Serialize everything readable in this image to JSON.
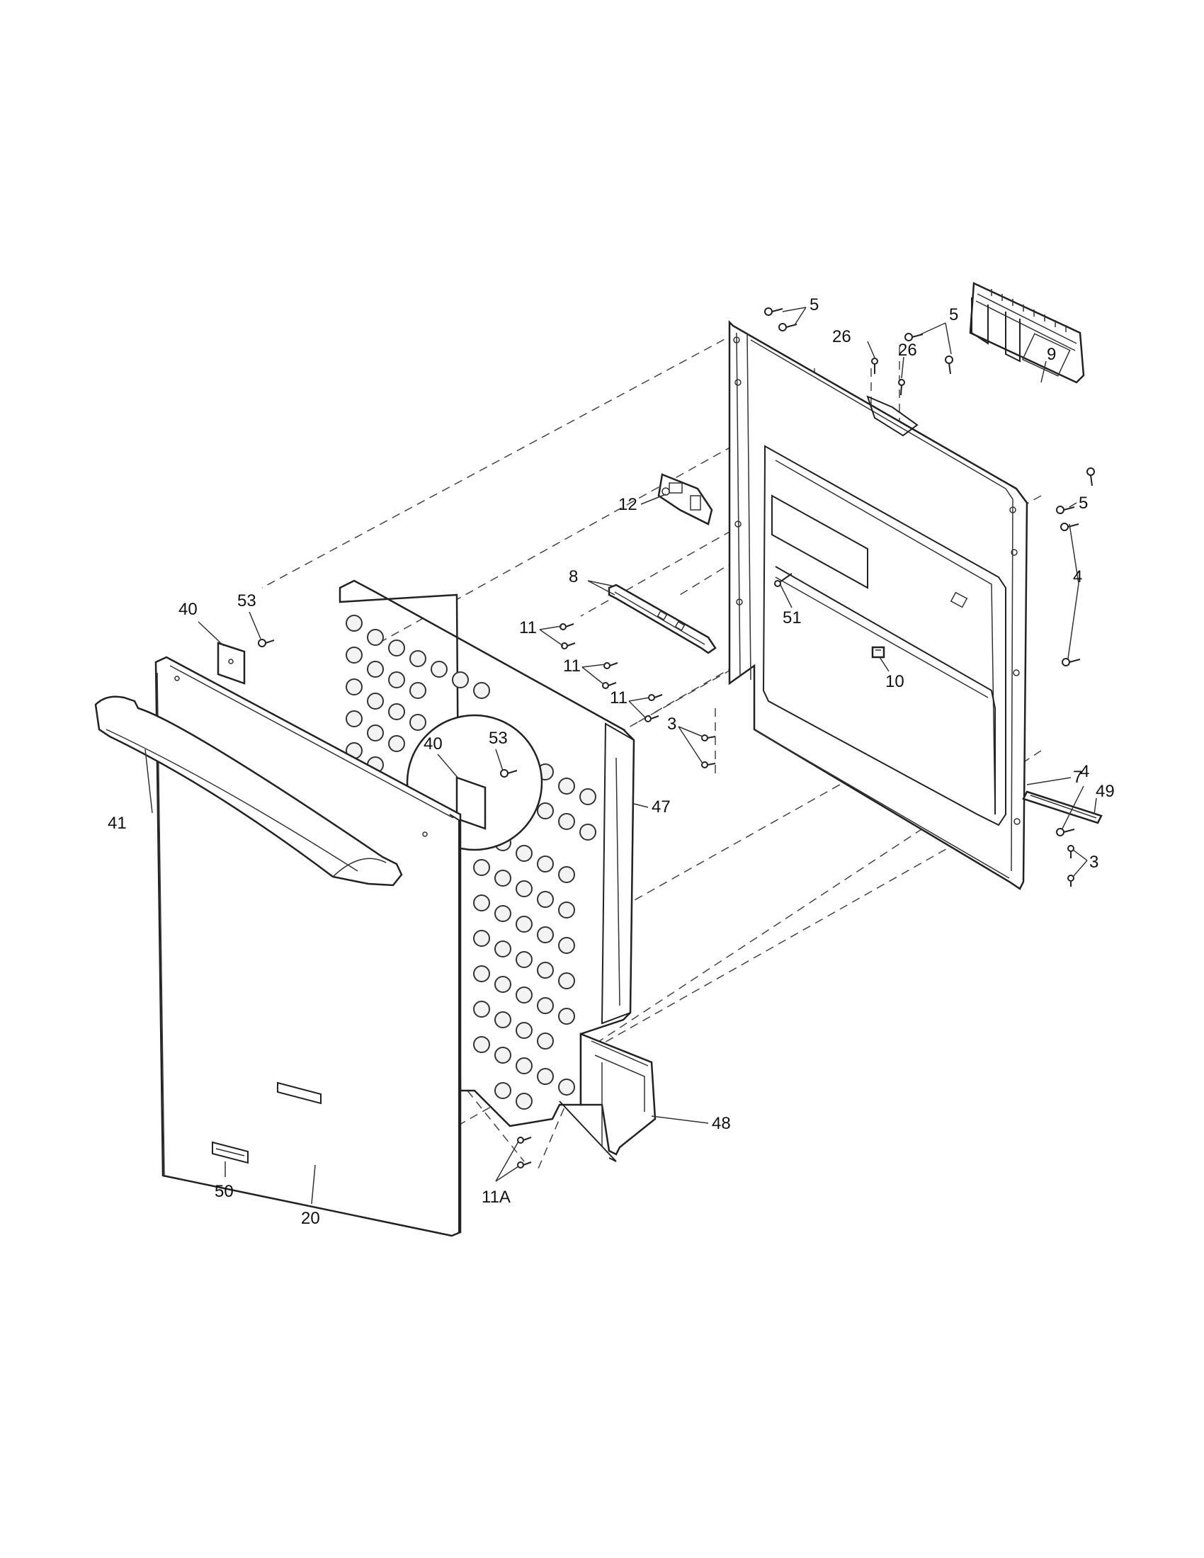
{
  "callouts": {
    "c5a": "5",
    "c5b": "5",
    "c5c": "5",
    "c26a": "26",
    "c26b": "26",
    "c9": "9",
    "c12": "12",
    "c8": "8",
    "c11a": "11",
    "c11b": "11",
    "c11c": "11",
    "c51": "51",
    "c10": "10",
    "c4a": "4",
    "c4b": "4",
    "c7": "7",
    "c49": "49",
    "c3a": "3",
    "c3b": "3",
    "c40a": "40",
    "c53a": "53",
    "c40b": "40",
    "c53b": "53",
    "c41": "41",
    "c47": "47",
    "c48": "48",
    "c50": "50",
    "c20": "20",
    "c11A": "11A"
  },
  "colors": {
    "line": "#222222",
    "background": "#ffffff"
  }
}
